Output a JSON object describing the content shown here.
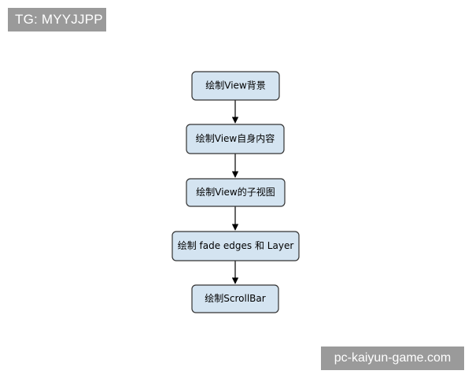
{
  "watermarks": {
    "top": "TG: MYYJJPP",
    "bottom": "pc-kaiyun-game.com"
  },
  "diagram": {
    "nodes": [
      {
        "id": "bg",
        "label": "绘制View背景"
      },
      {
        "id": "content",
        "label": "绘制View自身内容"
      },
      {
        "id": "children",
        "label": "绘制View的子视图"
      },
      {
        "id": "fade",
        "label": "绘制 fade edges 和 Layer"
      },
      {
        "id": "scroll",
        "label": "绘制ScrollBar"
      }
    ],
    "edges": [
      {
        "from": "bg",
        "to": "content"
      },
      {
        "from": "content",
        "to": "children"
      },
      {
        "from": "children",
        "to": "fade"
      },
      {
        "from": "fade",
        "to": "scroll"
      }
    ],
    "colors": {
      "node_fill": "#d4e4f1",
      "node_border": "#333333",
      "arrow": "#000000",
      "watermark_bg": "#8c8c8c",
      "watermark_text": "#ffffff"
    }
  }
}
